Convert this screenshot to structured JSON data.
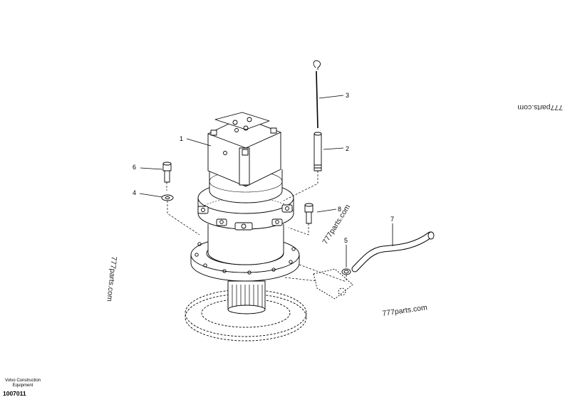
{
  "callouts": [
    {
      "label": "1"
    },
    {
      "label": "2"
    },
    {
      "label": "3"
    },
    {
      "label": "4"
    },
    {
      "label": "5"
    },
    {
      "label": "6"
    },
    {
      "label": "7"
    },
    {
      "label": "8"
    }
  ],
  "watermarks": [
    "777parts.com",
    "777parts.com",
    "777parts.com",
    "777parts.com"
  ],
  "footer": {
    "brand_line1": "Volvo Construction",
    "brand_line2": "Equipment",
    "drawing_number": "1007011"
  }
}
